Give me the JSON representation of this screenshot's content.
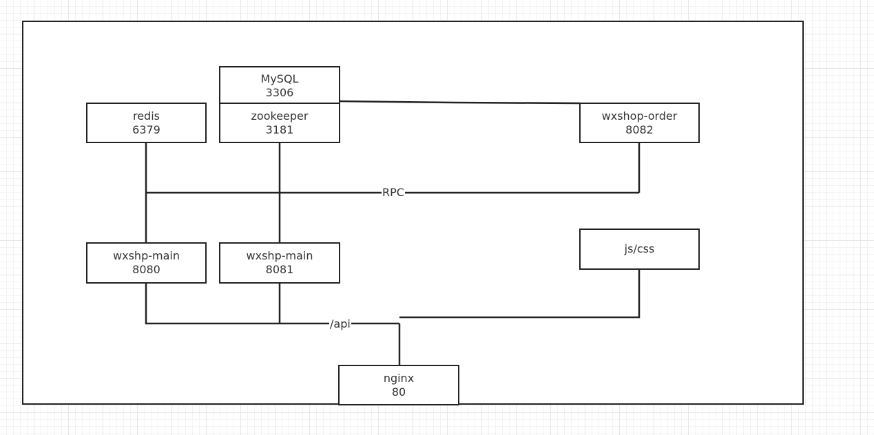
{
  "nodes": {
    "mysql": {
      "name": "MySQL",
      "port": "3306"
    },
    "redis": {
      "name": "redis",
      "port": "6379"
    },
    "zookeeper": {
      "name": "zookeeper",
      "port": "3181"
    },
    "wxshop_order": {
      "name": "wxshop-order",
      "port": "8082"
    },
    "wxshp_main_1": {
      "name": "wxshp-main",
      "port": "8080"
    },
    "wxshp_main_2": {
      "name": "wxshp-main",
      "port": "8081"
    },
    "jscss": {
      "name": "js/css"
    },
    "nginx": {
      "name": "nginx",
      "port": "80"
    }
  },
  "edges": {
    "rpc_label": "RPC",
    "api_label": "/api"
  },
  "colors": {
    "stroke": "#222222",
    "text": "#333333",
    "grid": "#e6e6e6"
  }
}
